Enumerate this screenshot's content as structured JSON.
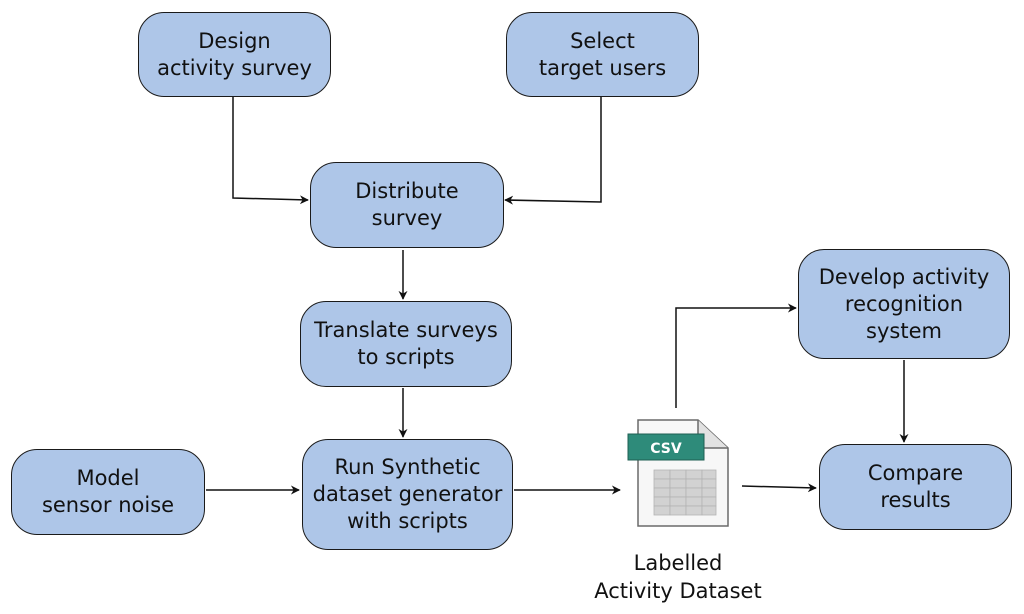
{
  "nodes": {
    "design_survey": [
      "Design",
      "activity survey"
    ],
    "select_users": [
      "Select",
      "target users"
    ],
    "distribute_survey": [
      "Distribute",
      "survey"
    ],
    "translate_surveys": [
      "Translate surveys",
      "to scripts"
    ],
    "model_noise": [
      "Model",
      "sensor noise"
    ],
    "run_generator": [
      "Run Synthetic",
      "dataset generator",
      "with scripts"
    ],
    "develop_system": [
      "Develop activity",
      "recognition",
      "system"
    ],
    "compare_results": [
      "Compare",
      "results"
    ]
  },
  "dataset": {
    "icon_label": "CSV",
    "caption": [
      "Labelled",
      "Activity Dataset"
    ]
  },
  "colors": {
    "node_fill": "#aec6e8",
    "node_border": "#1a1a1a",
    "csv_band": "#2e8b7a"
  }
}
